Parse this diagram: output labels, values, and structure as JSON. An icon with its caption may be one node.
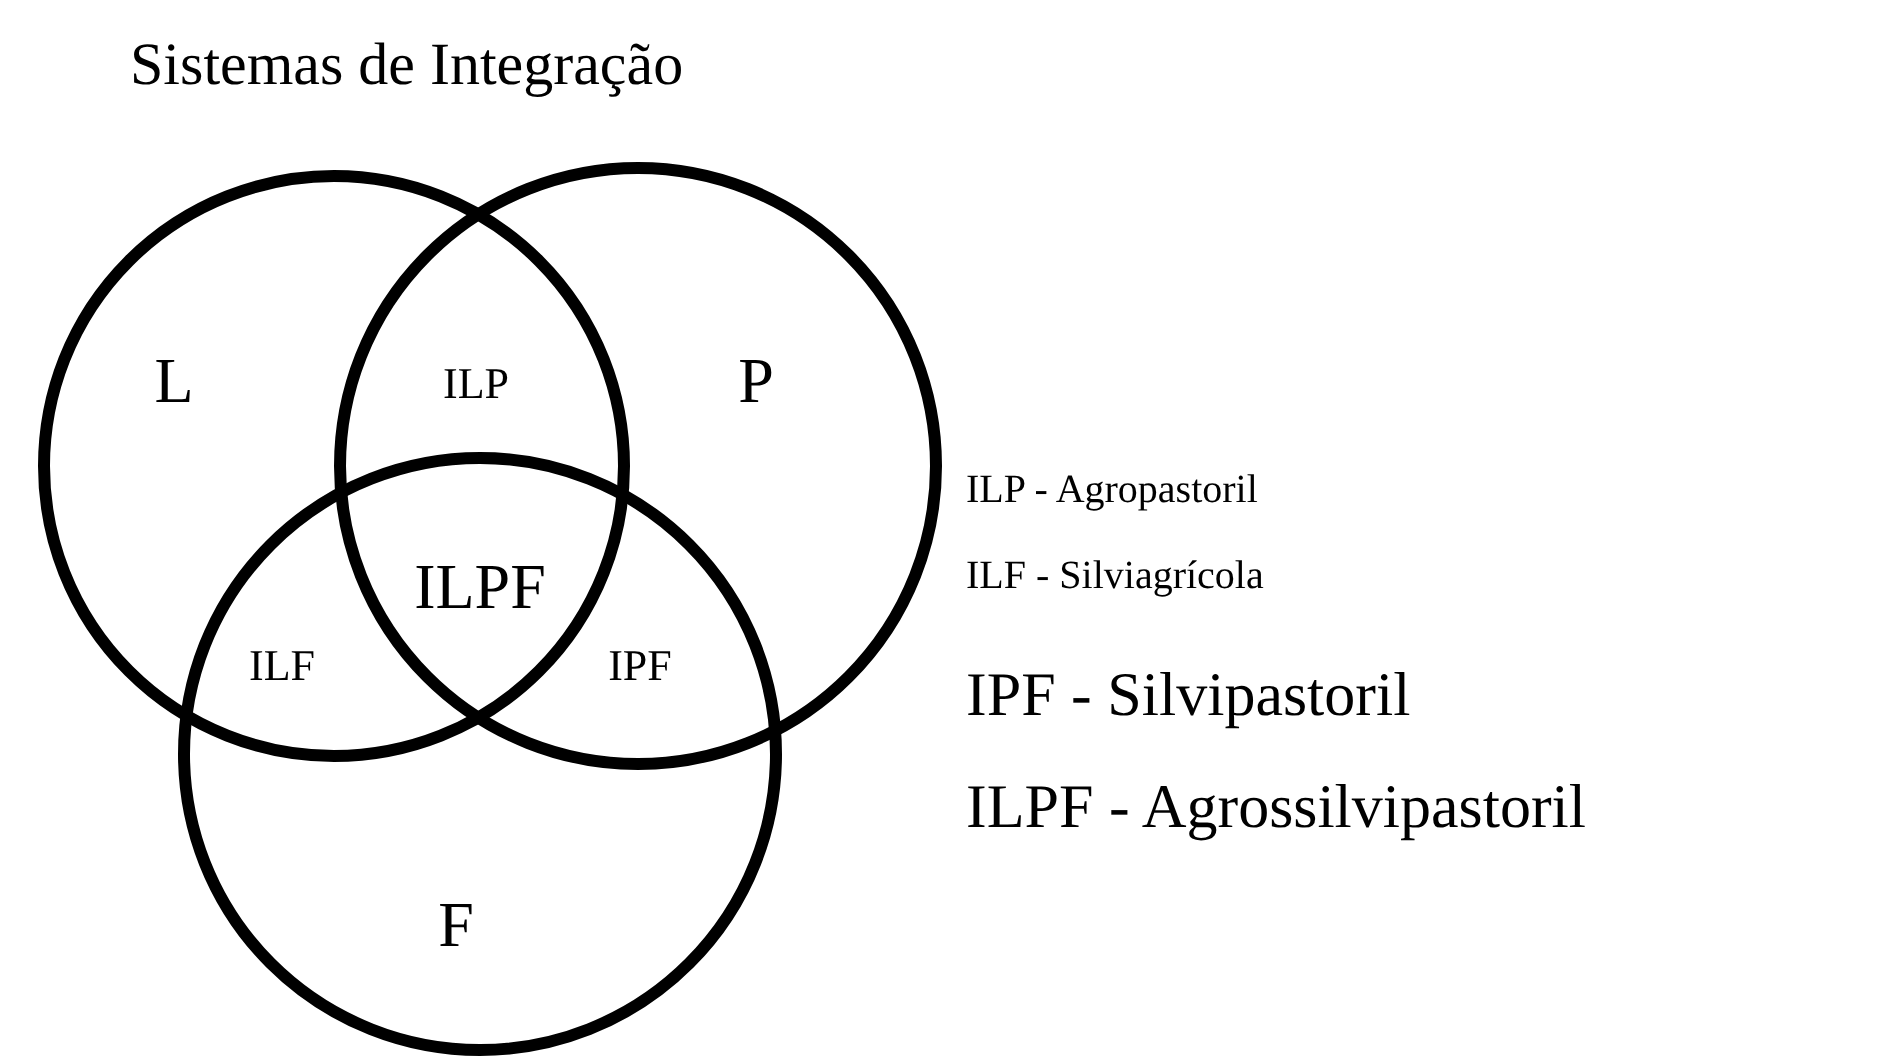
{
  "diagram": {
    "title": "Sistemas de Integração",
    "nodes": [
      {
        "text": [
          "L"
        ]
      },
      {
        "text": [
          "P"
        ]
      },
      {
        "text": [
          "F"
        ]
      }
    ],
    "labels": [
      "ILP",
      "ILPF",
      "ILF",
      "IPF",
      "ILP - Agropastoril",
      "ILF - Silviagrícola",
      "IPF - Silvipastoril",
      "ILPF - Agrossilvipastoril"
    ]
  }
}
